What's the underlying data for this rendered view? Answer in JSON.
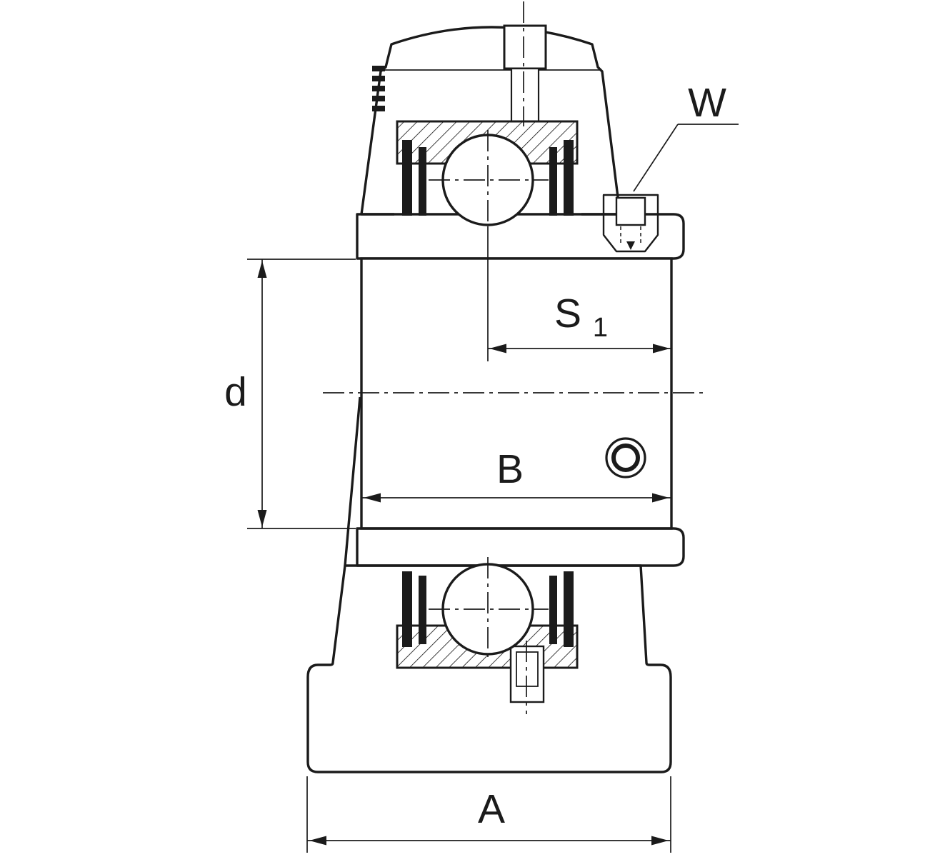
{
  "drawing_labels": {
    "set_screw": "W",
    "s1_main": "S",
    "s1_sub": "1",
    "bore_diameter": "d",
    "sleeve_width": "B",
    "base_width": "A"
  },
  "colors": {
    "line": "#1b1b1b",
    "background": "#ffffff"
  }
}
